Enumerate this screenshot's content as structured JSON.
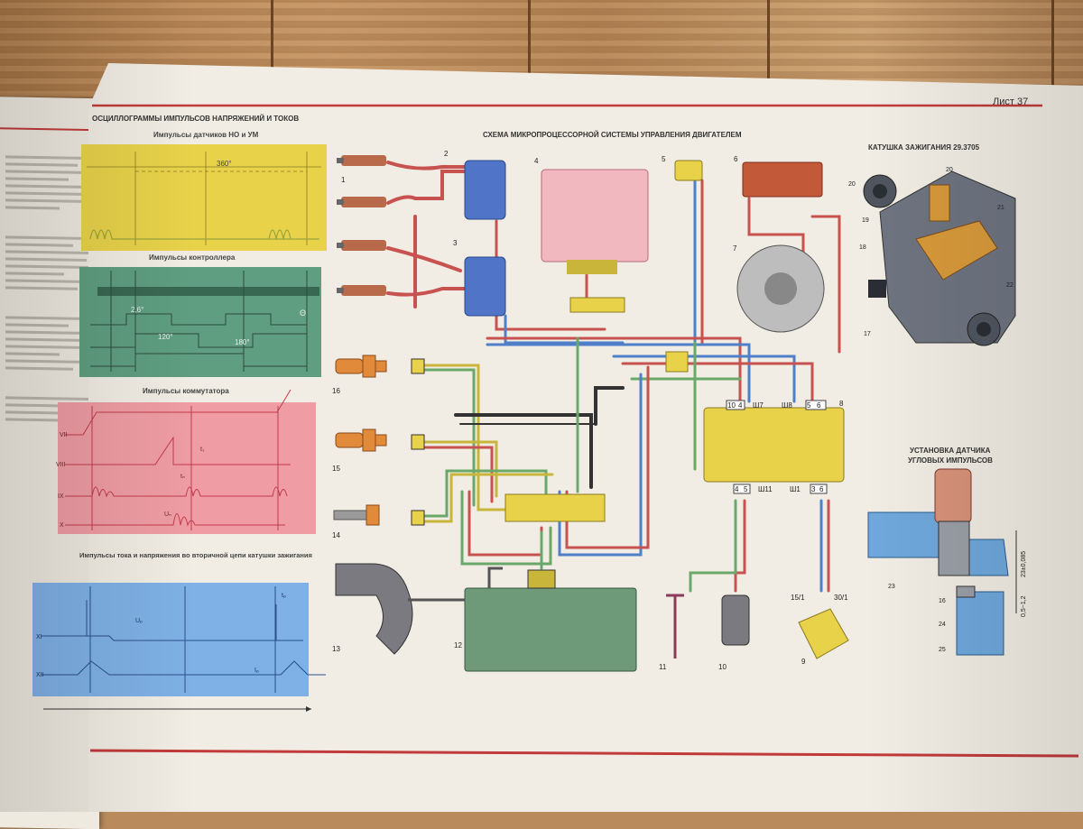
{
  "page": {
    "sheet_label": "Лист 37",
    "left_title": "ОСЦИЛЛОГРАММЫ ИМПУЛЬСОВ НАПРЯЖЕНИЙ И ТОКОВ",
    "center_title": "СХЕМА МИКРОПРОЦЕССОРНОЙ СИСТЕМЫ УПРАВЛЕНИЯ ДВИГАТЕЛЕМ"
  },
  "oscillograms": [
    {
      "title": "Импульсы датчиков НО и УМ",
      "labels": [
        "360°"
      ],
      "color": "#e8d24a"
    },
    {
      "title": "Импульсы контроллера",
      "labels": [
        "2,6°",
        "120°",
        "180°",
        "Θ"
      ],
      "color": "#5f9e80"
    },
    {
      "title": "Импульсы коммутатора",
      "labels": [
        "VII",
        "VIII",
        "IX",
        "X",
        "tₙ",
        "Uₙ",
        "t₁"
      ],
      "color": "#ef9ca4"
    },
    {
      "title": "Импульсы тока и напряжения во вторичной цепи катушки зажигания",
      "labels": [
        "XI",
        "XII",
        "Uₚ",
        "tₚ",
        "Iₚ"
      ],
      "color": "#7fb1e6"
    }
  ],
  "schematic": {
    "component_numbers": [
      "1",
      "2",
      "3",
      "4",
      "5",
      "6",
      "7",
      "8",
      "9",
      "10",
      "11",
      "12",
      "13",
      "14",
      "15",
      "16"
    ],
    "connectors": {
      "w7": "Ш7",
      "w8": "Ш8",
      "w11": "Ш11",
      "w1": "Ш1"
    },
    "pins": {
      "p10": "10",
      "p4": "4",
      "p5": "5",
      "p6": "6",
      "p4b": "4",
      "p5b": "5",
      "p3": "3",
      "p6b": "6"
    },
    "terminals": {
      "t15": "15/1",
      "t30": "30/1"
    }
  },
  "coil": {
    "title": "КАТУШКА ЗАЖИГАНИЯ 29.3705",
    "callouts": [
      "17",
      "18",
      "19",
      "20",
      "20",
      "21",
      "22"
    ]
  },
  "sensor": {
    "title_line1": "УСТАНОВКА ДАТЧИКА",
    "title_line2": "УГЛОВЫХ ИМПУЛЬСОВ",
    "callouts": [
      "16",
      "23",
      "24",
      "25"
    ],
    "dim1": "23±0,085",
    "dim2": "0,5−1,2"
  },
  "colors": {
    "red_rule": "#c23a3a",
    "wire_red": "#c8524f",
    "wire_blue": "#4f7fc8",
    "wire_yellow": "#c8b53a",
    "wire_green": "#6aa86a"
  }
}
